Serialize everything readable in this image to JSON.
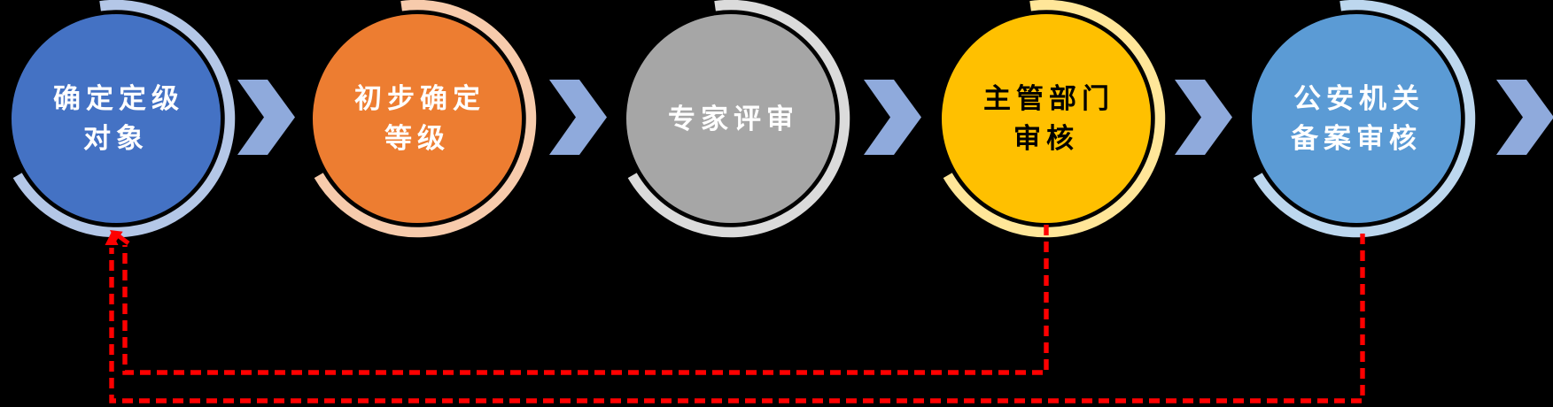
{
  "flow": {
    "background": "#000000",
    "nodes": [
      {
        "id": "step-1",
        "label": "确定定级\n对象",
        "fill": "#4472C4",
        "arc": "#B4C7E7",
        "text": "#FFFFFF"
      },
      {
        "id": "step-2",
        "label": "初步确定\n等级",
        "fill": "#ED7D31",
        "arc": "#F7CBAC",
        "text": "#FFFFFF"
      },
      {
        "id": "step-3",
        "label": "专家评审",
        "fill": "#A6A6A6",
        "arc": "#DBDBDB",
        "text": "#FFFFFF"
      },
      {
        "id": "step-4",
        "label": "主管部门\n审核",
        "fill": "#FFC000",
        "arc": "#FFE699",
        "text": "#000000"
      },
      {
        "id": "step-5",
        "label": "公安机关\n备案审核",
        "fill": "#5B9BD5",
        "arc": "#BDD7EE",
        "text": "#FFFFFF"
      }
    ],
    "connector_color": "#8FAADC",
    "feedback": {
      "color": "#FF0000",
      "style": "dashed",
      "loops": [
        {
          "from": "step-4",
          "to": "step-1"
        },
        {
          "from": "step-5",
          "to": "step-1"
        }
      ]
    }
  }
}
